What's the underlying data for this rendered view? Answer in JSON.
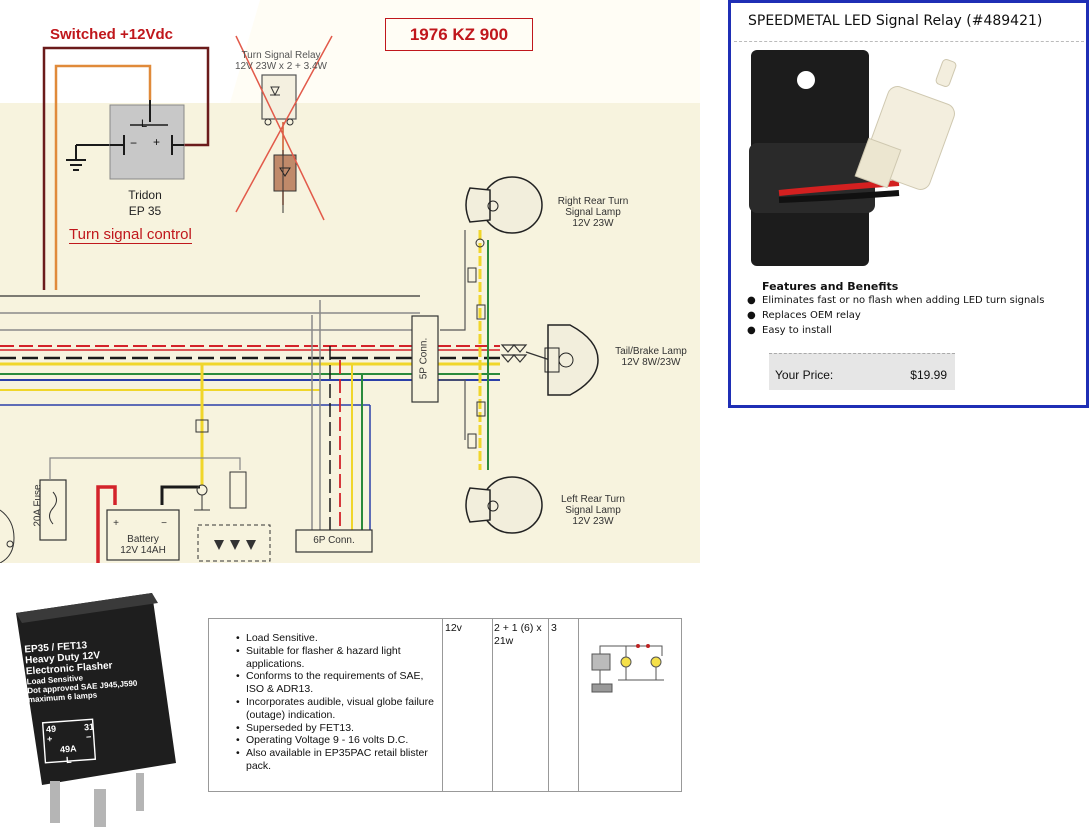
{
  "diagram": {
    "title": "1976 KZ 900",
    "switched_label": "Switched +12Vdc",
    "turn_signal_control_label": "Turn signal control",
    "tridon_name": "Tridon",
    "tridon_model": "EP 35",
    "relay_box_L": "L",
    "relay_box_minus": "−",
    "relay_box_plus": "+",
    "old_relay_line1": "Turn Signal Relay",
    "old_relay_line2": "12V 23W x 2 + 3.4W",
    "right_rear_line1": "Right Rear Turn",
    "right_rear_line2": "Signal Lamp",
    "right_rear_line3": "12V 23W",
    "tail_line1": "Tail/Brake Lamp",
    "tail_line2": "12V 8W/23W",
    "left_rear_line1": "Left Rear Turn",
    "left_rear_line2": "Signal Lamp",
    "left_rear_line3": "12V 23W",
    "conn_5p": "5P Conn.",
    "conn_6p": "6P Conn.",
    "fuse": "20A Fuse",
    "battery_line1": "Battery",
    "battery_line2": "12V 14AH",
    "battery_plus": "+",
    "battery_minus": "−",
    "wire_colors": {
      "red": "#d3232a",
      "black": "#1a1a1a",
      "yellow": "#f0d62a",
      "green": "#2a8a3c",
      "blue": "#2b3fa8",
      "orange": "#e08a3a",
      "dark_red": "#6b1b1b",
      "grey": "#8a8a8a"
    }
  },
  "product": {
    "title": "SPEEDMETAL LED Signal Relay (#489421)",
    "features_heading": "Features and Benefits",
    "features": [
      "Eliminates fast or no flash when adding LED turn signals",
      "Replaces OEM relay",
      "Easy to install"
    ],
    "price_label": "Your Price:",
    "price_value": "$19.99",
    "border_color": "#1f2fb5"
  },
  "flasher": {
    "line1": "EP35 / FET13",
    "line2": "Heavy Duty 12V",
    "line3": "Electronic Flasher",
    "line4": "Load Sensitive",
    "line5": "Dot approved SAE J945,J590",
    "line6": "maximum 6 lamps",
    "term_49": "49",
    "term_plus": "+",
    "term_31": "31",
    "term_minus": "−",
    "term_49a": "49A",
    "term_L": "L"
  },
  "spec": {
    "features": [
      "Load Sensitive.",
      "Suitable for flasher & hazard light applications.",
      "Conforms to the requirements of SAE, ISO & ADR13.",
      "Incorporates audible, visual globe failure (outage) indication.",
      "Superseded by FET13.",
      "Operating Voltage 9 - 16 volts D.C.",
      "Also available in EP35PAC retail blister pack."
    ],
    "voltage": "12v",
    "load_line1": "2 + 1 (6) x",
    "load_line2": "21w",
    "pins": "3"
  }
}
